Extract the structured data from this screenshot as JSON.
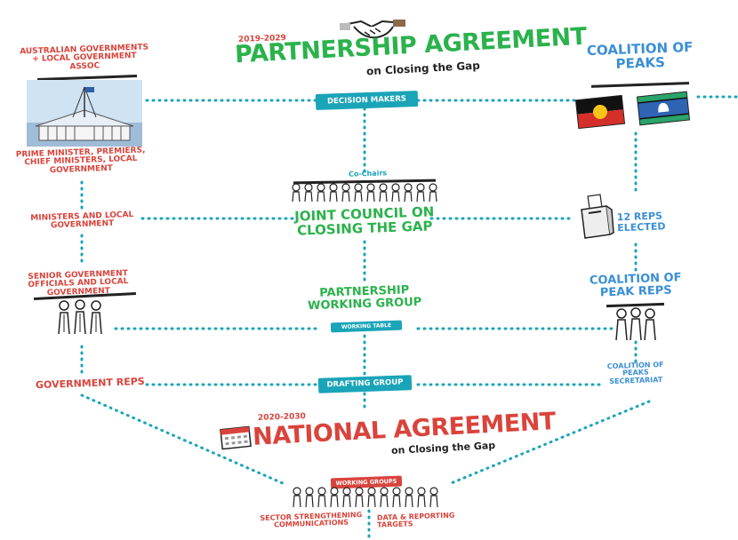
{
  "top": {
    "years": "2019-2029",
    "title": "PARTNERSHIP AGREEMENT",
    "subtitle": "on Closing the Gap"
  },
  "left": {
    "govts": "AUSTRALIAN GOVERNMENTS + LOCAL GOVERNMENT ASSOC",
    "pm": "PRIME MINISTER, PREMIERS, CHIEF MINISTERS, LOCAL GOVERNMENT",
    "ministers": "MINISTERS AND LOCAL GOVERNMENT",
    "senior": "SENIOR GOVERNMENT OFFICIALS AND LOCAL GOVERNMENT",
    "reps": "GOVERNMENT REPS"
  },
  "center": {
    "decision": "DECISION MAKERS",
    "cochairs": "Co-Chairs",
    "joint": "JOINT COUNCIL ON CLOSING THE GAP",
    "pwg": "PARTNERSHIP WORKING GROUP",
    "working_table": "WORKING TABLE",
    "drafting": "DRAFTING GROUP"
  },
  "right": {
    "coalition": "COALITION OF PEAKS",
    "elected": "12 REPS ELECTED",
    "peak_reps": "COALITION OF PEAK REPS",
    "secretariat": "COALITION OF PEAKS SECRETARIAT"
  },
  "national": {
    "years": "2020-2030",
    "title": "NATIONAL AGREEMENT",
    "subtitle": "on Closing the Gap",
    "working_groups": "WORKING GROUPS",
    "left_groups": "SECTOR STRENGTHENING COMMUNICATIONS",
    "right_groups": "DATA & REPORTING TARGETS"
  },
  "colors": {
    "red": "#d9443c",
    "green": "#2bb24c",
    "blue": "#3a8fd6",
    "teal": "#1aa4b8"
  },
  "icons": {
    "handshake": "handshake-icon",
    "parliament": "parliament-house-icon",
    "aboriginal_flag": "aboriginal-flag-icon",
    "torres_strait_flag": "torres-strait-islander-flag-icon",
    "ballot": "ballot-box-icon",
    "calendar": "calendar-icon",
    "people": "people-group-icon"
  }
}
